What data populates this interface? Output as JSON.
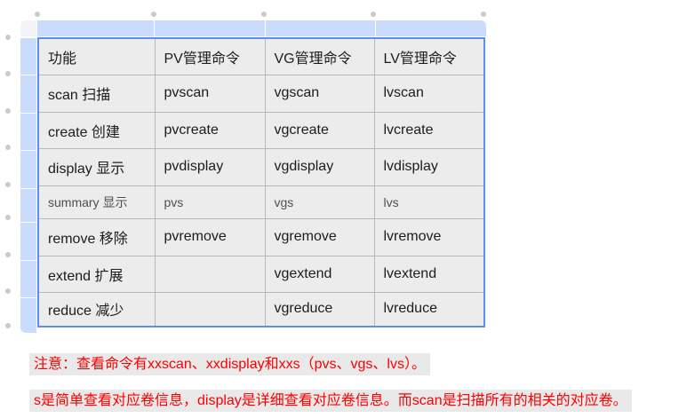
{
  "table": {
    "header": [
      "功能",
      "PV管理命令",
      "VG管理命令",
      "LV管理命令"
    ],
    "rows": [
      {
        "style": "normal",
        "cells": [
          "scan 扫描",
          "pvscan",
          "vgscan",
          "lvscan"
        ]
      },
      {
        "style": "normal",
        "cells": [
          "create 创建",
          "pvcreate",
          "vgcreate",
          "lvcreate"
        ]
      },
      {
        "style": "normal",
        "cells": [
          "display 显示",
          "pvdisplay",
          "vgdisplay",
          "lvdisplay"
        ]
      },
      {
        "style": "muted",
        "cells": [
          "summary 显示",
          "pvs",
          "vgs",
          "lvs"
        ]
      },
      {
        "style": "normal",
        "cells": [
          "remove 移除",
          "pvremove",
          "vgremove",
          "lvremove"
        ]
      },
      {
        "style": "normal",
        "cells": [
          "extend 扩展",
          "",
          "vgextend",
          "lvextend"
        ]
      },
      {
        "style": "normal",
        "cells": [
          "reduce 减少",
          "",
          "vgreduce",
          "lvreduce"
        ]
      }
    ]
  },
  "notes": [
    {
      "text": "注意：查看命令有xxscan、xxdisplay和xxs（pvs、vgs、lvs）。"
    },
    {
      "text": "s是简单查看对应卷信息，display是详细查看对应卷信息。而scan是扫描所有的相关的对应卷。"
    }
  ],
  "colors": {
    "grip_blue": "#c9dcfb",
    "table_outline_blue": "#5c8df2",
    "cell_background": "#ececec",
    "cell_border": "#b8b8b8",
    "muted_text": "#4f4f4f",
    "note_red": "#fd0000",
    "note_highlight": "#e9e9e9",
    "handle_gray": "#cbcbcb",
    "corner_gray": "#f3f4f7"
  }
}
